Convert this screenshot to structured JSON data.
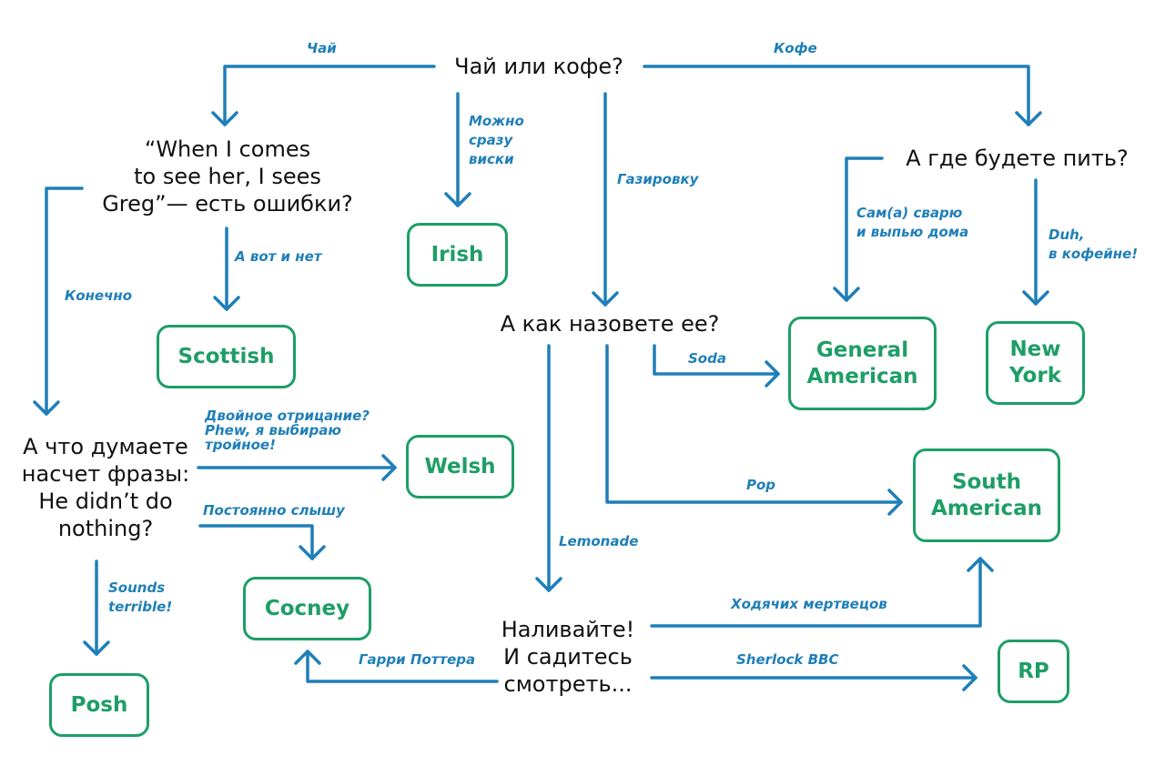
{
  "questions": {
    "start": "Чай или кофе?",
    "grammar": "“When I comes\nto see her, I sees\nGreg”— есть ошибки?",
    "where_drink": "А где будете пить?",
    "name_it": "А как  назовете ее?",
    "double_neg": "А что думаете\nнасчет фразы:\nHe didn’t do\nnothing?",
    "pour": "Наливайте!\nИ садитесь\nсмотреть..."
  },
  "edges": {
    "tea": "Чай",
    "coffee": "Кофе",
    "whisky": "Можно\nсразу\nвиски",
    "soda_drink": "Газировку",
    "no_errors": "А вот и нет",
    "of_course": "Конечно",
    "make_home": "Сам(а) сварю\nи выпью дома",
    "in_cafe": "Duh,\nв кофейне!",
    "soda": "Soda",
    "pop": "Pop",
    "lemonade": "Lemonade",
    "triple_neg": "Двойное отрицание?\nPhew, я выбираю\nтройное!",
    "hear_often": "Постоянно слышу",
    "sounds_terrible": "Sounds\nterrible!",
    "walking_dead": "Ходячих мертвецов",
    "harry_potter": "Гарри Поттера",
    "sherlock": "Sherlock BBC"
  },
  "results": {
    "irish": "Irish",
    "scottish": "Scottish",
    "general_american": "General\nAmerican",
    "new_york": "New\nYork",
    "welsh": "Welsh",
    "south_american": "South\nAmerican",
    "cocney": "Cocney",
    "posh": "Posh",
    "rp": "RP"
  },
  "colors": {
    "arrow": "#1f7fb8",
    "result": "#1e9e66",
    "question": "#111111"
  }
}
